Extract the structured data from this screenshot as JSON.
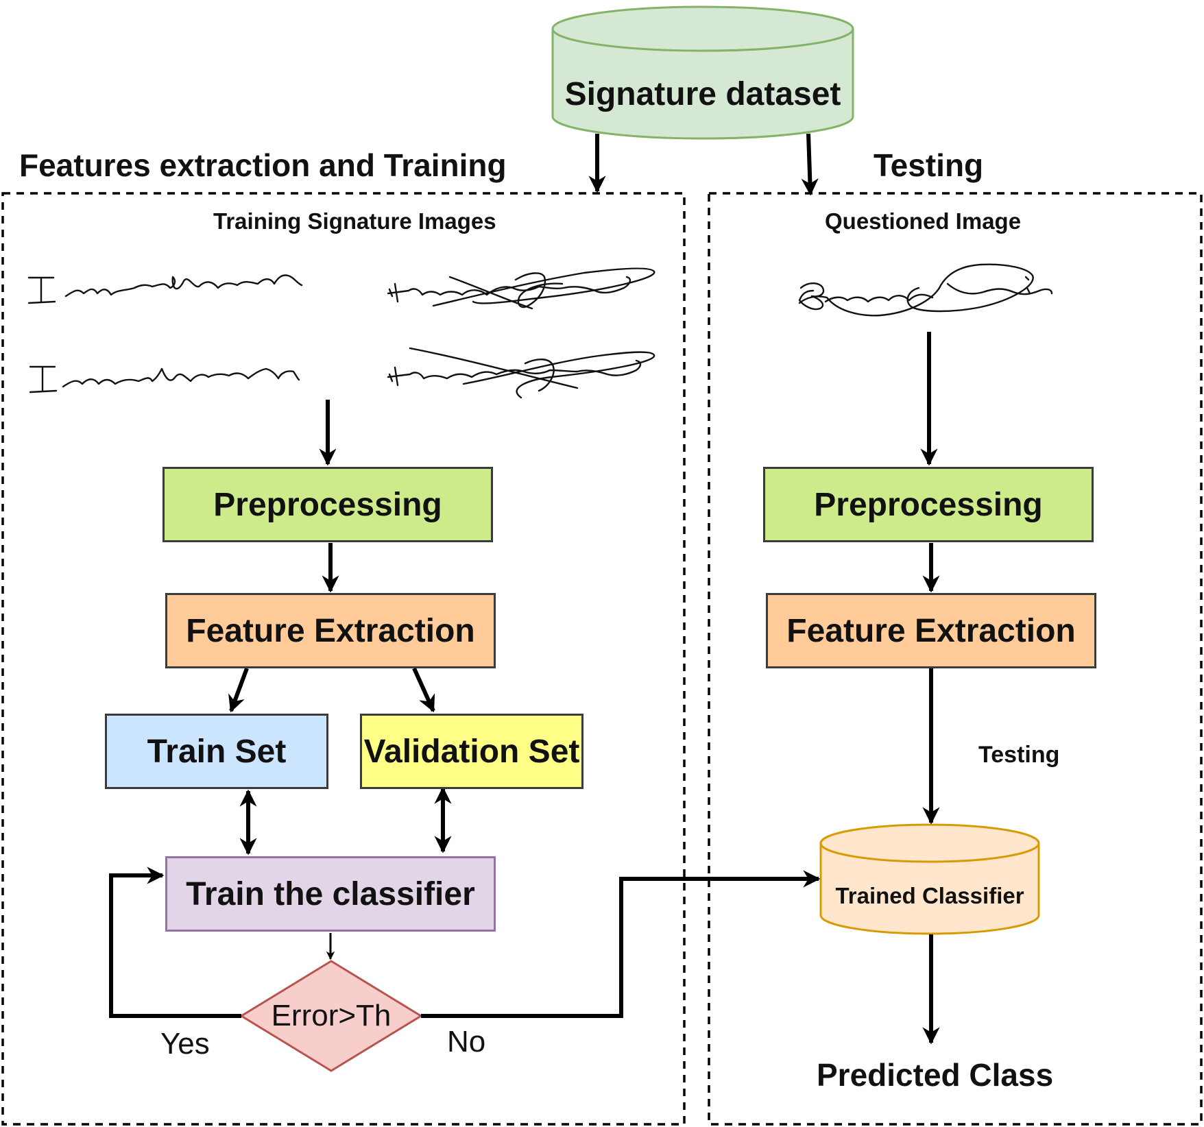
{
  "dataset": {
    "label": "Signature dataset"
  },
  "left_panel": {
    "title": "Features extraction  and Training",
    "images_label": "Training Signature Images",
    "preprocessing": "Preprocessing",
    "feature_extraction": "Feature Extraction",
    "train_set": "Train Set",
    "validation_set": "Validation Set",
    "train_classifier": "Train the classifier",
    "decision": "Error>Th",
    "yes_label": "Yes",
    "no_label": "No"
  },
  "right_panel": {
    "title": "Testing",
    "image_label": "Questioned Image",
    "preprocessing": "Preprocessing",
    "feature_extraction": "Feature Extraction",
    "testing_label": "Testing",
    "trained_classifier": "Trained Classifier",
    "output": "Predicted Class"
  },
  "colors": {
    "dataset_fill": "#d5e8d4",
    "dataset_stroke": "#82b366",
    "preprocessing": "#cdeb8b",
    "feature_extraction": "#ffcc99",
    "train_set": "#cce5ff",
    "validation_set": "#ffff88",
    "train_classifier": "#e1d5e7",
    "decision_fill": "#f8cecc",
    "decision_stroke": "#b85450",
    "trained_classifier_fill": "#ffe6cc",
    "trained_classifier_stroke": "#d79b00"
  }
}
